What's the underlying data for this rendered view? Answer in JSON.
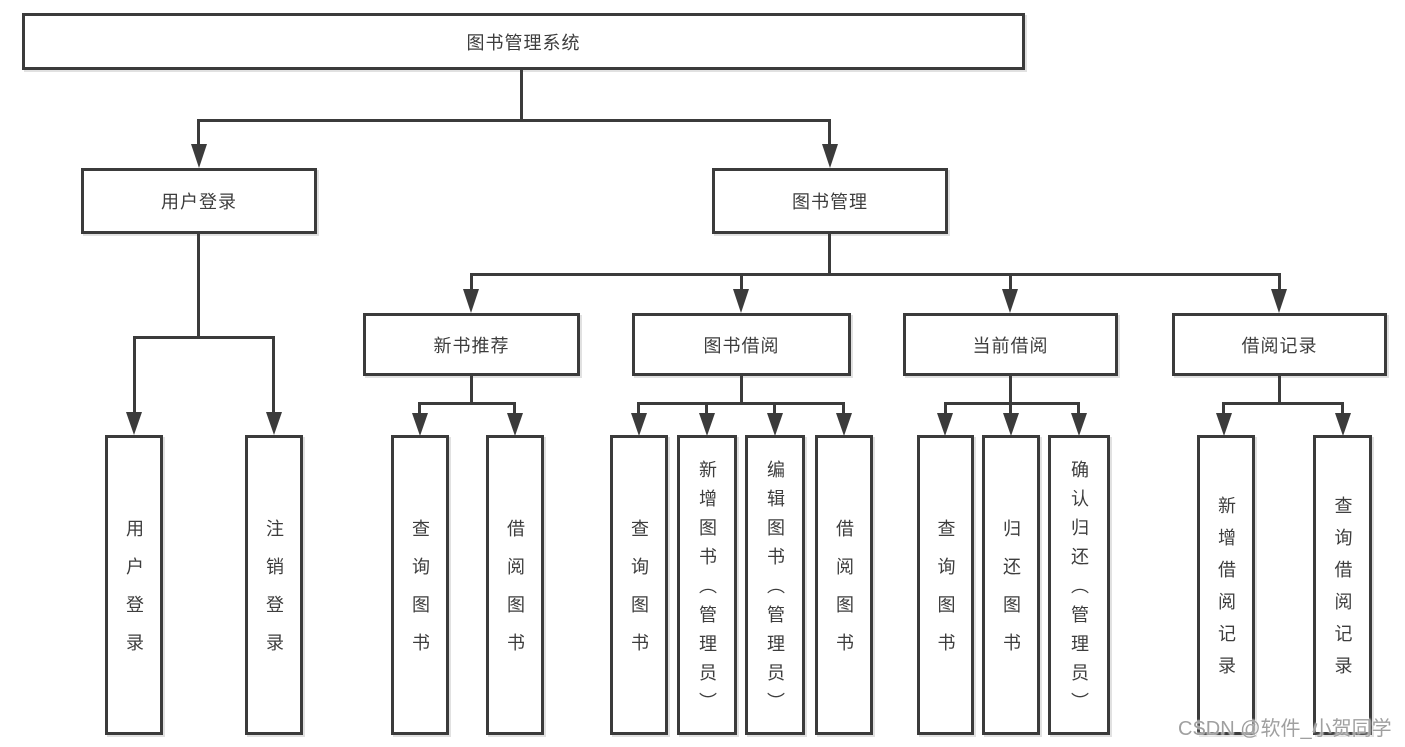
{
  "colors": {
    "line": "#3b3b3b",
    "text": "#3d3d3d",
    "background": "#ffffff",
    "watermark": "#a0a0a0"
  },
  "nodes": {
    "root": {
      "label": "图书管理系统"
    },
    "level1": [
      {
        "label": "用户登录"
      },
      {
        "label": "图书管理"
      }
    ],
    "level2": [
      {
        "label": "新书推荐",
        "parent": "图书管理"
      },
      {
        "label": "图书借阅",
        "parent": "图书管理"
      },
      {
        "label": "当前借阅",
        "parent": "图书管理"
      },
      {
        "label": "借阅记录",
        "parent": "图书管理"
      }
    ],
    "leaves": [
      {
        "label": "用户登录",
        "parent": "用户登录"
      },
      {
        "label": "注销登录",
        "parent": "用户登录"
      },
      {
        "label": "查询图书",
        "parent": "新书推荐"
      },
      {
        "label": "借阅图书",
        "parent": "新书推荐"
      },
      {
        "label": "查询图书",
        "parent": "图书借阅"
      },
      {
        "label": "新增图书（管理员）",
        "parent": "图书借阅"
      },
      {
        "label": "编辑图书（管理员）",
        "parent": "图书借阅"
      },
      {
        "label": "借阅图书",
        "parent": "图书借阅"
      },
      {
        "label": "查询图书",
        "parent": "当前借阅"
      },
      {
        "label": "归还图书",
        "parent": "当前借阅"
      },
      {
        "label": "确认归还（管理员）",
        "parent": "当前借阅"
      },
      {
        "label": "新增借阅记录",
        "parent": "借阅记录"
      },
      {
        "label": "查询借阅记录",
        "parent": "借阅记录"
      }
    ]
  },
  "watermark": {
    "text": "CSDN @软件_小贺同学"
  }
}
